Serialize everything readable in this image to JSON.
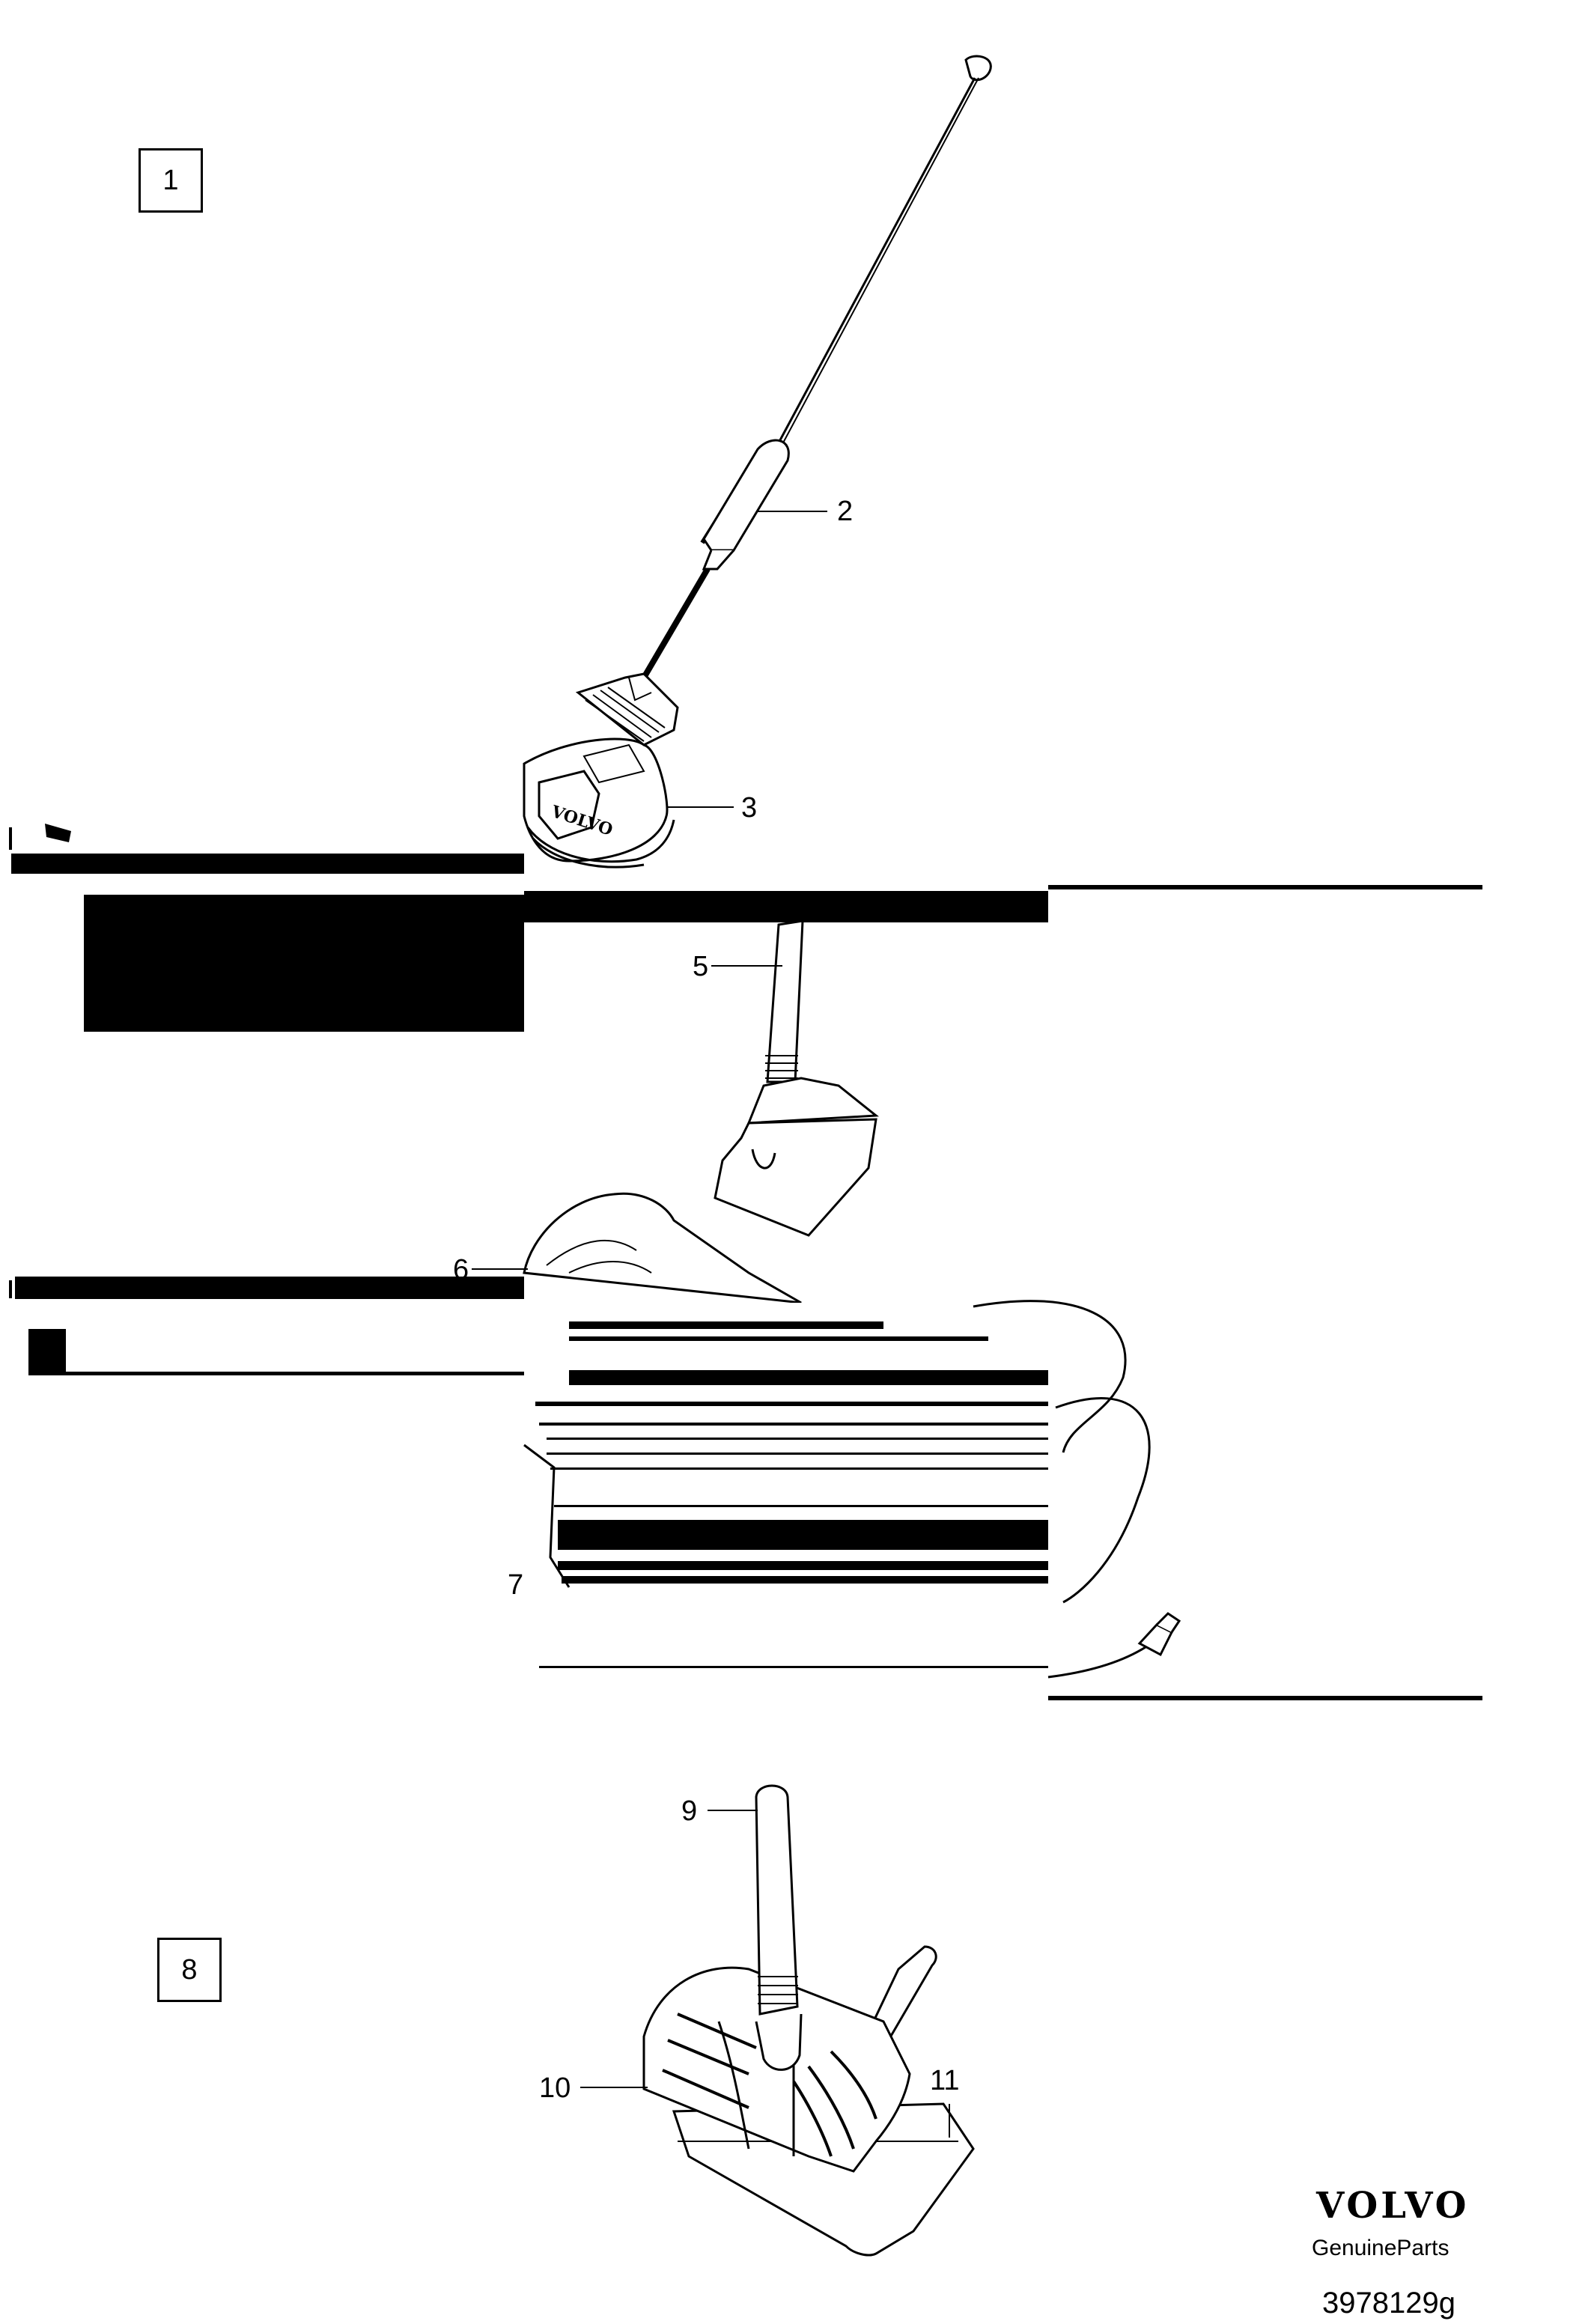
{
  "sections": [
    {
      "id": "1",
      "callouts": [
        "2",
        "3"
      ]
    },
    {
      "callouts": [
        "5",
        "6",
        "7"
      ]
    },
    {
      "id": "8",
      "callouts": [
        "9",
        "10",
        "11"
      ]
    }
  ],
  "labels": {
    "box1": "1",
    "c2": "2",
    "c3": "3",
    "c5": "5",
    "c6": "6",
    "c7": "7",
    "box8": "8",
    "c9": "9",
    "c10": "10",
    "c11": "11"
  },
  "footer": {
    "brand": "VOLVO",
    "genuine": "GenuineParts",
    "part_number": "3978129g"
  },
  "base_logo_text": "VOLVO"
}
